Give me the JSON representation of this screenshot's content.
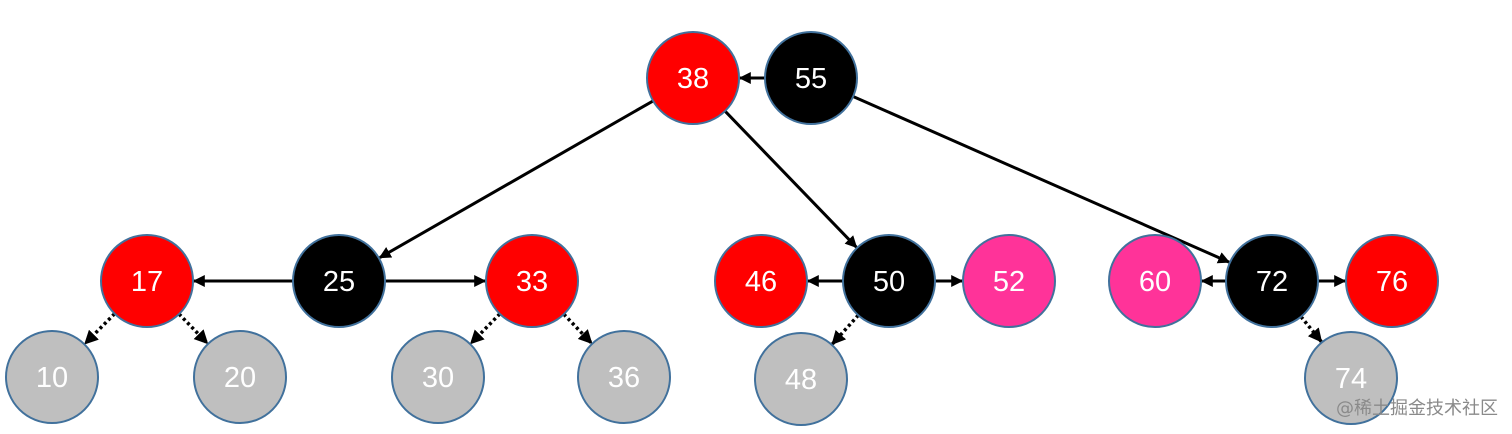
{
  "colors": {
    "red": "#ff0000",
    "black": "#000000",
    "pink": "#ff3399",
    "gray": "#bfbfbf",
    "node_border": "#41719c",
    "edge": "#000000",
    "label": "#ffffff"
  },
  "nodes": [
    {
      "id": "n38",
      "label": "38",
      "color": "red"
    },
    {
      "id": "n55",
      "label": "55",
      "color": "black"
    },
    {
      "id": "n17",
      "label": "17",
      "color": "red"
    },
    {
      "id": "n25",
      "label": "25",
      "color": "black"
    },
    {
      "id": "n33",
      "label": "33",
      "color": "red"
    },
    {
      "id": "n46",
      "label": "46",
      "color": "red"
    },
    {
      "id": "n50",
      "label": "50",
      "color": "black"
    },
    {
      "id": "n52",
      "label": "52",
      "color": "pink"
    },
    {
      "id": "n60",
      "label": "60",
      "color": "pink"
    },
    {
      "id": "n72",
      "label": "72",
      "color": "black"
    },
    {
      "id": "n76",
      "label": "76",
      "color": "red"
    },
    {
      "id": "n10",
      "label": "10",
      "color": "gray"
    },
    {
      "id": "n20",
      "label": "20",
      "color": "gray"
    },
    {
      "id": "n30",
      "label": "30",
      "color": "gray"
    },
    {
      "id": "n36",
      "label": "36",
      "color": "gray"
    },
    {
      "id": "n48",
      "label": "48",
      "color": "gray"
    },
    {
      "id": "n74",
      "label": "74",
      "color": "gray"
    }
  ],
  "edges": [
    {
      "from": "n55",
      "to": "n38",
      "style": "solid"
    },
    {
      "from": "n38",
      "to": "n25",
      "style": "solid"
    },
    {
      "from": "n38",
      "to": "n50",
      "style": "solid"
    },
    {
      "from": "n55",
      "to": "n72",
      "style": "solid"
    },
    {
      "from": "n25",
      "to": "n17",
      "style": "solid"
    },
    {
      "from": "n25",
      "to": "n33",
      "style": "solid"
    },
    {
      "from": "n50",
      "to": "n46",
      "style": "solid"
    },
    {
      "from": "n50",
      "to": "n52",
      "style": "solid"
    },
    {
      "from": "n72",
      "to": "n60",
      "style": "solid"
    },
    {
      "from": "n72",
      "to": "n76",
      "style": "solid"
    },
    {
      "from": "n17",
      "to": "n10",
      "style": "dotted"
    },
    {
      "from": "n17",
      "to": "n20",
      "style": "dotted"
    },
    {
      "from": "n33",
      "to": "n30",
      "style": "dotted"
    },
    {
      "from": "n33",
      "to": "n36",
      "style": "dotted"
    },
    {
      "from": "n50",
      "to": "n48",
      "style": "dotted"
    },
    {
      "from": "n72",
      "to": "n74",
      "style": "dotted"
    }
  ],
  "watermark": "@稀土掘金技术社区"
}
